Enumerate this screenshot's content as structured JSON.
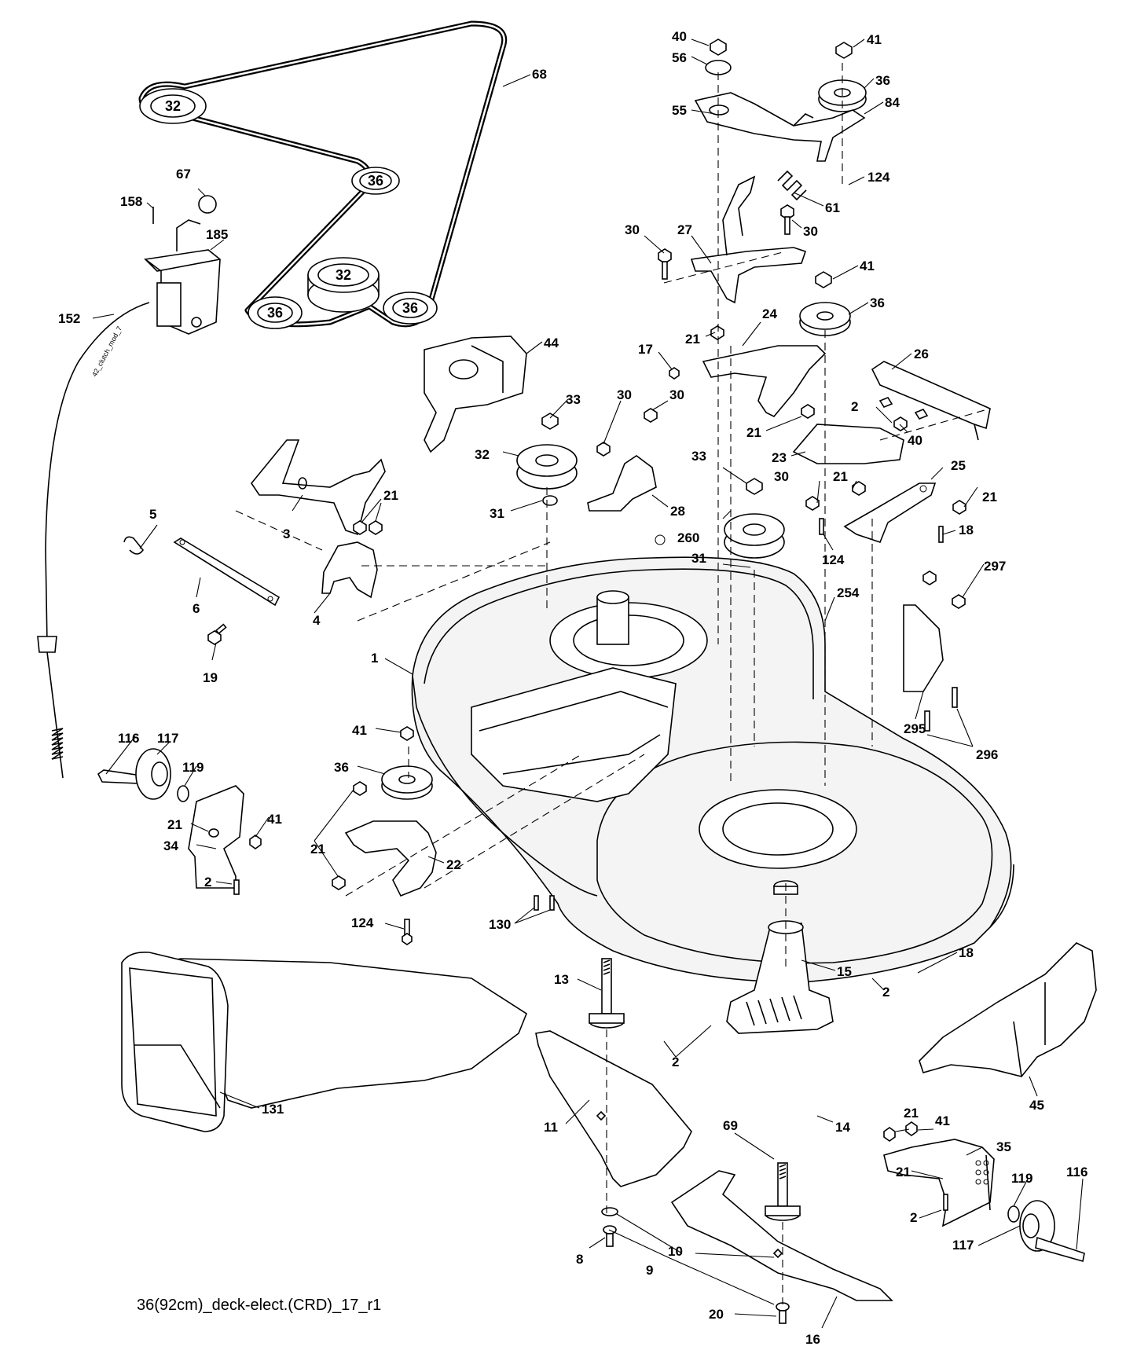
{
  "diagram": {
    "caption": "36(92cm)_deck-elect.(CRD)_17_r1",
    "cable_label": "42_clutch_mod_7",
    "pulley_labels": {
      "belt_pulley_top": "32",
      "belt_pulley_mid": "32",
      "belt_pulley_right": "36",
      "belt_pulley_bottom_left": "36",
      "belt_pulley_bottom_right": "36"
    },
    "callouts": [
      "40",
      "41",
      "56",
      "36",
      "84",
      "55",
      "124",
      "61",
      "30",
      "27",
      "30",
      "41",
      "36",
      "68",
      "67",
      "158",
      "185",
      "152",
      "44",
      "24",
      "21",
      "17",
      "26",
      "33",
      "30",
      "30",
      "2",
      "40",
      "21",
      "32",
      "23",
      "33",
      "31",
      "28",
      "30",
      "21",
      "25",
      "21",
      "32",
      "260",
      "124",
      "18",
      "31",
      "5",
      "3",
      "21",
      "6",
      "4",
      "19",
      "254",
      "297",
      "1",
      "295",
      "296",
      "41",
      "116",
      "117",
      "36",
      "119",
      "21",
      "41",
      "34",
      "22",
      "21",
      "2",
      "124",
      "130",
      "18",
      "13",
      "15",
      "2",
      "2",
      "131",
      "45",
      "11",
      "14",
      "69",
      "21",
      "41",
      "35",
      "21",
      "119",
      "116",
      "2",
      "117",
      "10",
      "8",
      "9",
      "20",
      "16"
    ]
  }
}
